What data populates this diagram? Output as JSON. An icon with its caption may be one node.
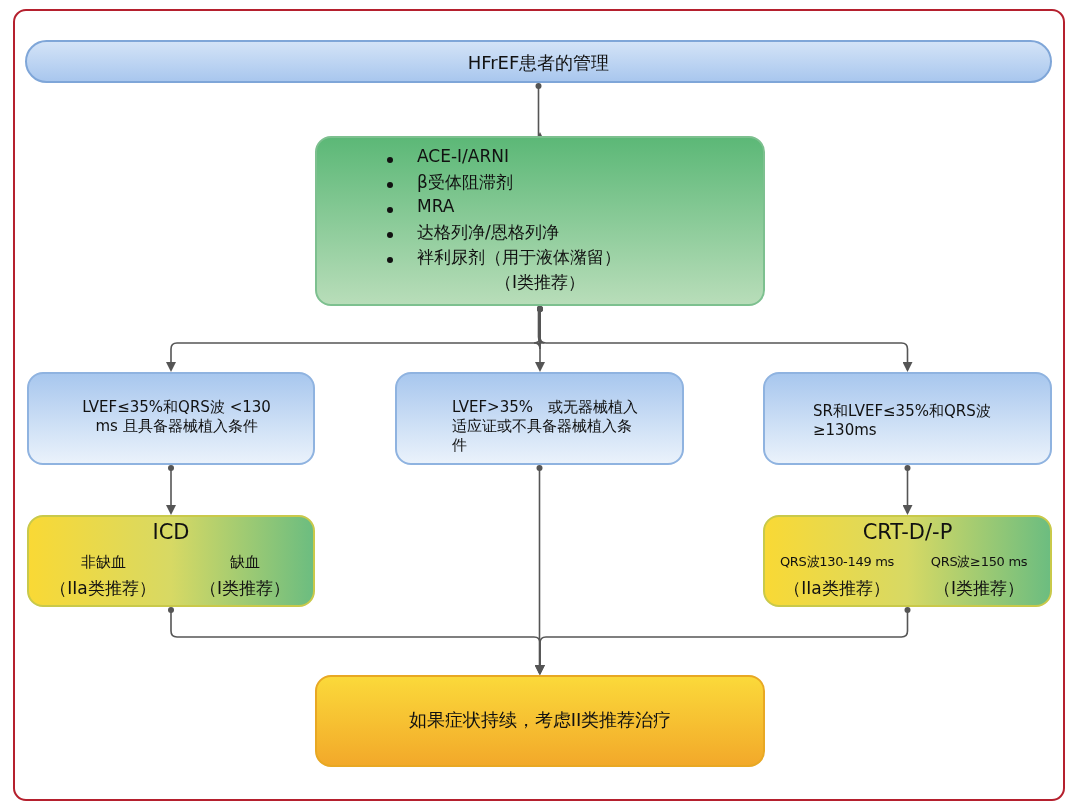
{
  "diagram": {
    "nodes": [
      {
        "text": [
          "HFrEF患者的管理"
        ]
      },
      {
        "text": [
          "ACE-I/ARNI",
          "β受体阻滞剂",
          "MRA",
          "达格列净/恩格列净",
          "袢利尿剂（用于液体潴留）",
          "（I类推荐）"
        ]
      },
      {
        "text": [
          "LVEF≤35%和QRS波 <130 ms 且具备器械植入条件"
        ]
      },
      {
        "text": [
          "LVEF>35%　或无器械植入适应证或不具备器械植入条件"
        ]
      },
      {
        "text": [
          "SR和LVEF≤35%和QRS波 ≥130ms"
        ]
      },
      {
        "text": [
          "ICD",
          "非缺血",
          "（IIa类推荐）",
          "缺血",
          "（I类推荐）"
        ]
      },
      {
        "text": [
          "CRT-D/-P",
          "QRS波130-149 ms",
          "（IIa类推荐）",
          "QRS波≥150 ms",
          "（I类推荐）"
        ]
      },
      {
        "text": [
          "如果症状持续，考虑II类推荐治疗"
        ]
      }
    ],
    "edges": [
      {
        "from": 0,
        "to": 1,
        "arrow": "to"
      },
      {
        "from": 1,
        "to": 2,
        "arrow": "to"
      },
      {
        "from": 1,
        "to": 3,
        "arrow": "to"
      },
      {
        "from": 1,
        "to": 4,
        "arrow": "to"
      },
      {
        "from": 2,
        "to": 5,
        "arrow": "to"
      },
      {
        "from": 4,
        "to": 6,
        "arrow": "to"
      },
      {
        "from": 5,
        "to": 7,
        "arrow": "to"
      },
      {
        "from": 3,
        "to": 7,
        "arrow": "to"
      },
      {
        "from": 6,
        "to": 7,
        "arrow": "to"
      }
    ]
  }
}
